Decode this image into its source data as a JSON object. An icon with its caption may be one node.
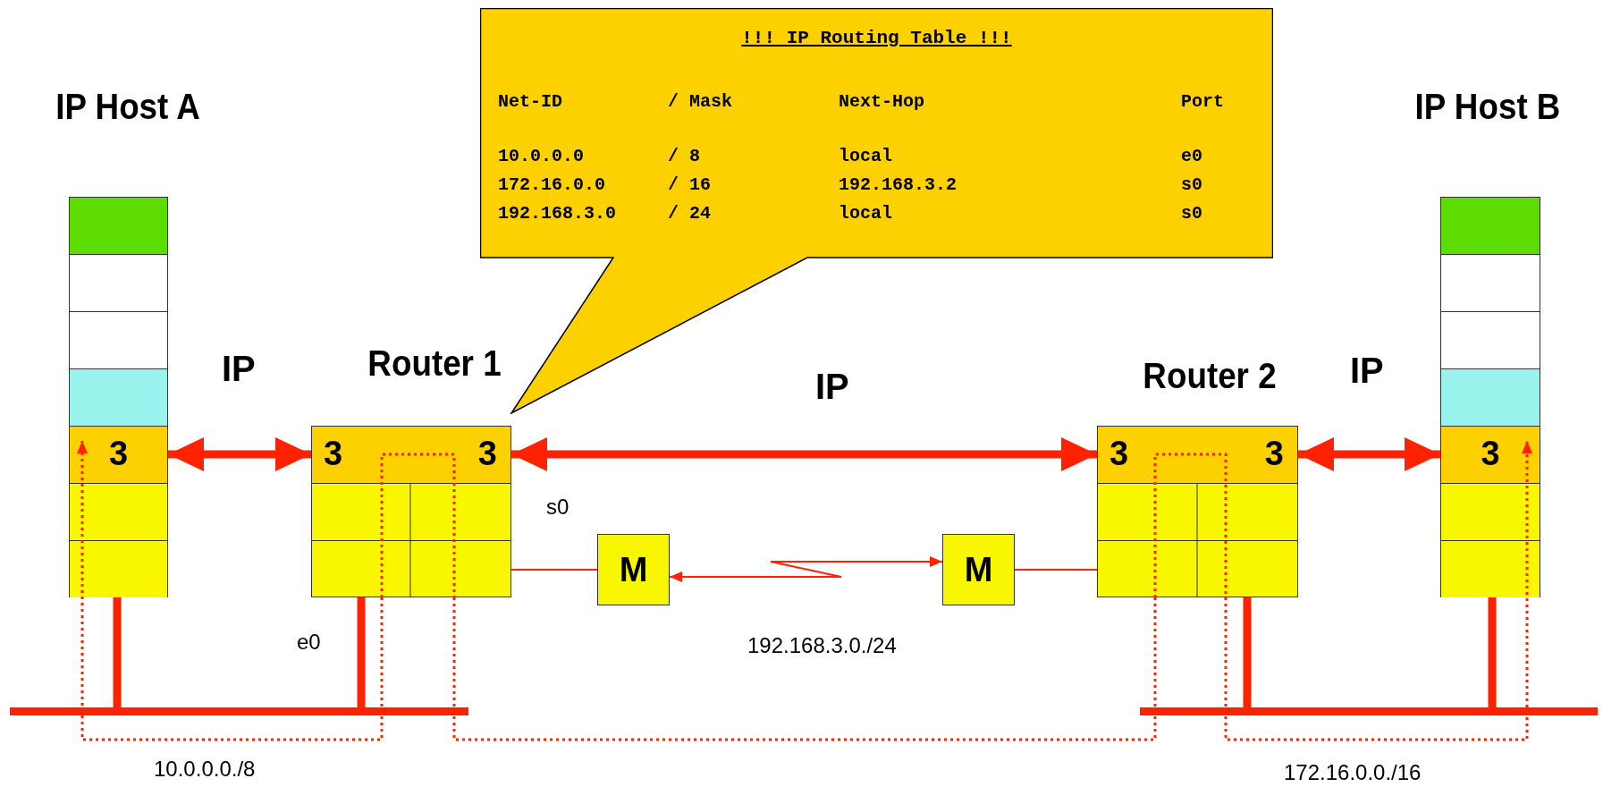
{
  "diagram": {
    "nodes": [
      {
        "text": [
          "!!! IP Routing Table !!!",
          "Net-ID",
          "/ Mask",
          "Next-Hop",
          "Port",
          "10.0.0.0",
          "/ 8",
          "local",
          "e0",
          "172.16.0.0",
          "/ 16",
          "192.168.3.2",
          "s0",
          "192.168.3.0",
          "/ 24",
          "local",
          "s0"
        ]
      },
      {
        "text": [
          "IP Host A",
          "3"
        ]
      },
      {
        "text": [
          "Router 1",
          "3",
          "3"
        ]
      },
      {
        "text": [
          "M"
        ]
      },
      {
        "text": [
          "M"
        ]
      },
      {
        "text": [
          "Router 2",
          "3",
          "3"
        ]
      },
      {
        "text": [
          "IP Host B",
          "3"
        ]
      },
      {
        "text": [],
        "shape": "bar"
      },
      {
        "text": [],
        "shape": "bar"
      }
    ],
    "edges": [
      {
        "from": 1,
        "to": 2,
        "arrow": "both",
        "label": "IP"
      },
      {
        "from": 2,
        "to": 5,
        "arrow": "both",
        "label": "IP"
      },
      {
        "from": 5,
        "to": 6,
        "arrow": "both",
        "label": "IP"
      },
      {
        "from": 2,
        "to": 3,
        "arrow": "none"
      },
      {
        "from": 3,
        "to": 4,
        "arrow": "both"
      },
      {
        "from": 4,
        "to": 5,
        "arrow": "none"
      },
      {
        "from": 1,
        "to": 7,
        "arrow": "none"
      },
      {
        "from": 2,
        "to": 7,
        "arrow": "none"
      },
      {
        "from": 5,
        "to": 8,
        "arrow": "none"
      },
      {
        "from": 6,
        "to": 8,
        "arrow": "none"
      },
      {
        "from": 2,
        "to": 1,
        "arrow": "to",
        "style": "dashed"
      },
      {
        "from": 2,
        "to": 5,
        "arrow": "none",
        "style": "dashed"
      },
      {
        "from": 5,
        "to": 6,
        "arrow": "to",
        "style": "dashed"
      }
    ],
    "labels": [
      "s0",
      "e0",
      "192.168.3.0./24",
      "10.0.0.0./8",
      "172.16.0.0./16"
    ]
  }
}
